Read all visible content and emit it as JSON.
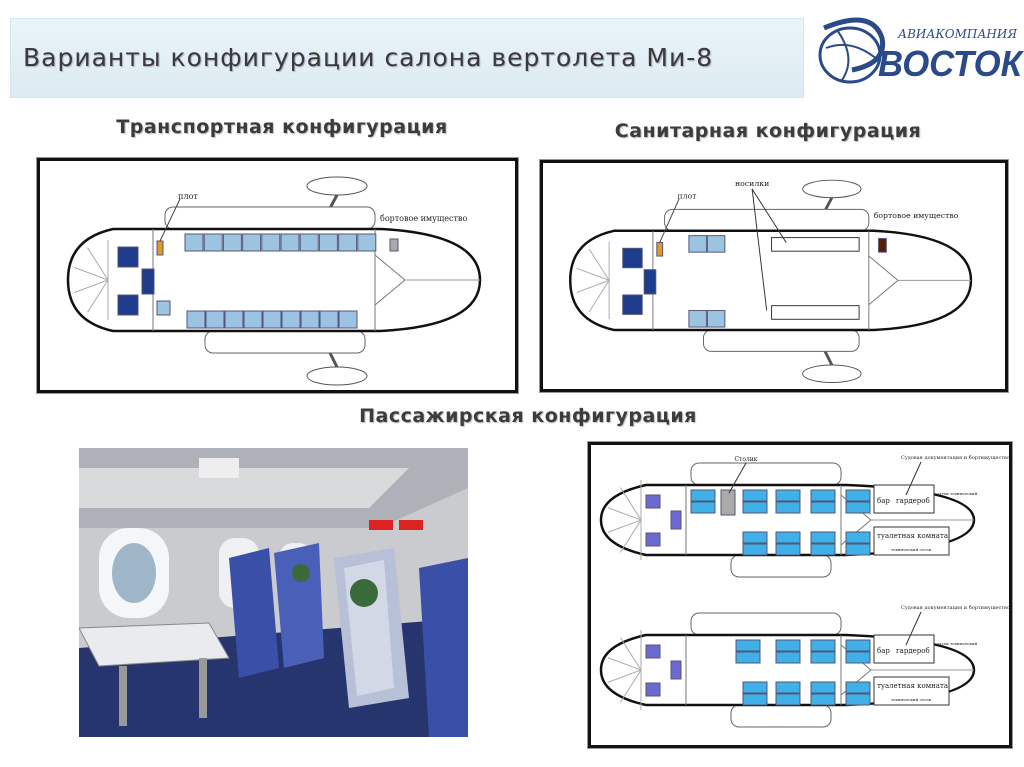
{
  "header": {
    "title": "Варианты конфигурации салона вертолета Ми-8"
  },
  "logo": {
    "small_text": "АВИАКОМПАНИЯ",
    "brand": "ВОСТОК",
    "color": "#2a4a8a"
  },
  "sections": {
    "transport": {
      "title": "Транспортная конфигурация",
      "labels": {
        "raft": "плот",
        "onboard_property": "бортовое имущество"
      }
    },
    "sanitary": {
      "title": "Санитарная конфигурация",
      "labels": {
        "raft": "плот",
        "stretchers": "носилки",
        "onboard_property": "бортовое имущество"
      }
    },
    "passenger": {
      "title": "Пассажирская конфигурация",
      "labels": {
        "table": "Столик",
        "documents": "Судовая документация и бортимущество",
        "bar": "бар",
        "wardrobe": "гардероб",
        "tech_compartment": "отсек технический",
        "toilet": "туалетная комната",
        "tech_compartment2": "технический отсек"
      }
    }
  },
  "colors": {
    "seat_light": "#9cc3e0",
    "seat_dark": "#1f3c8c",
    "seat_cyan": "#3fb0e8",
    "cockpit_purple": "#6a6ad0"
  }
}
